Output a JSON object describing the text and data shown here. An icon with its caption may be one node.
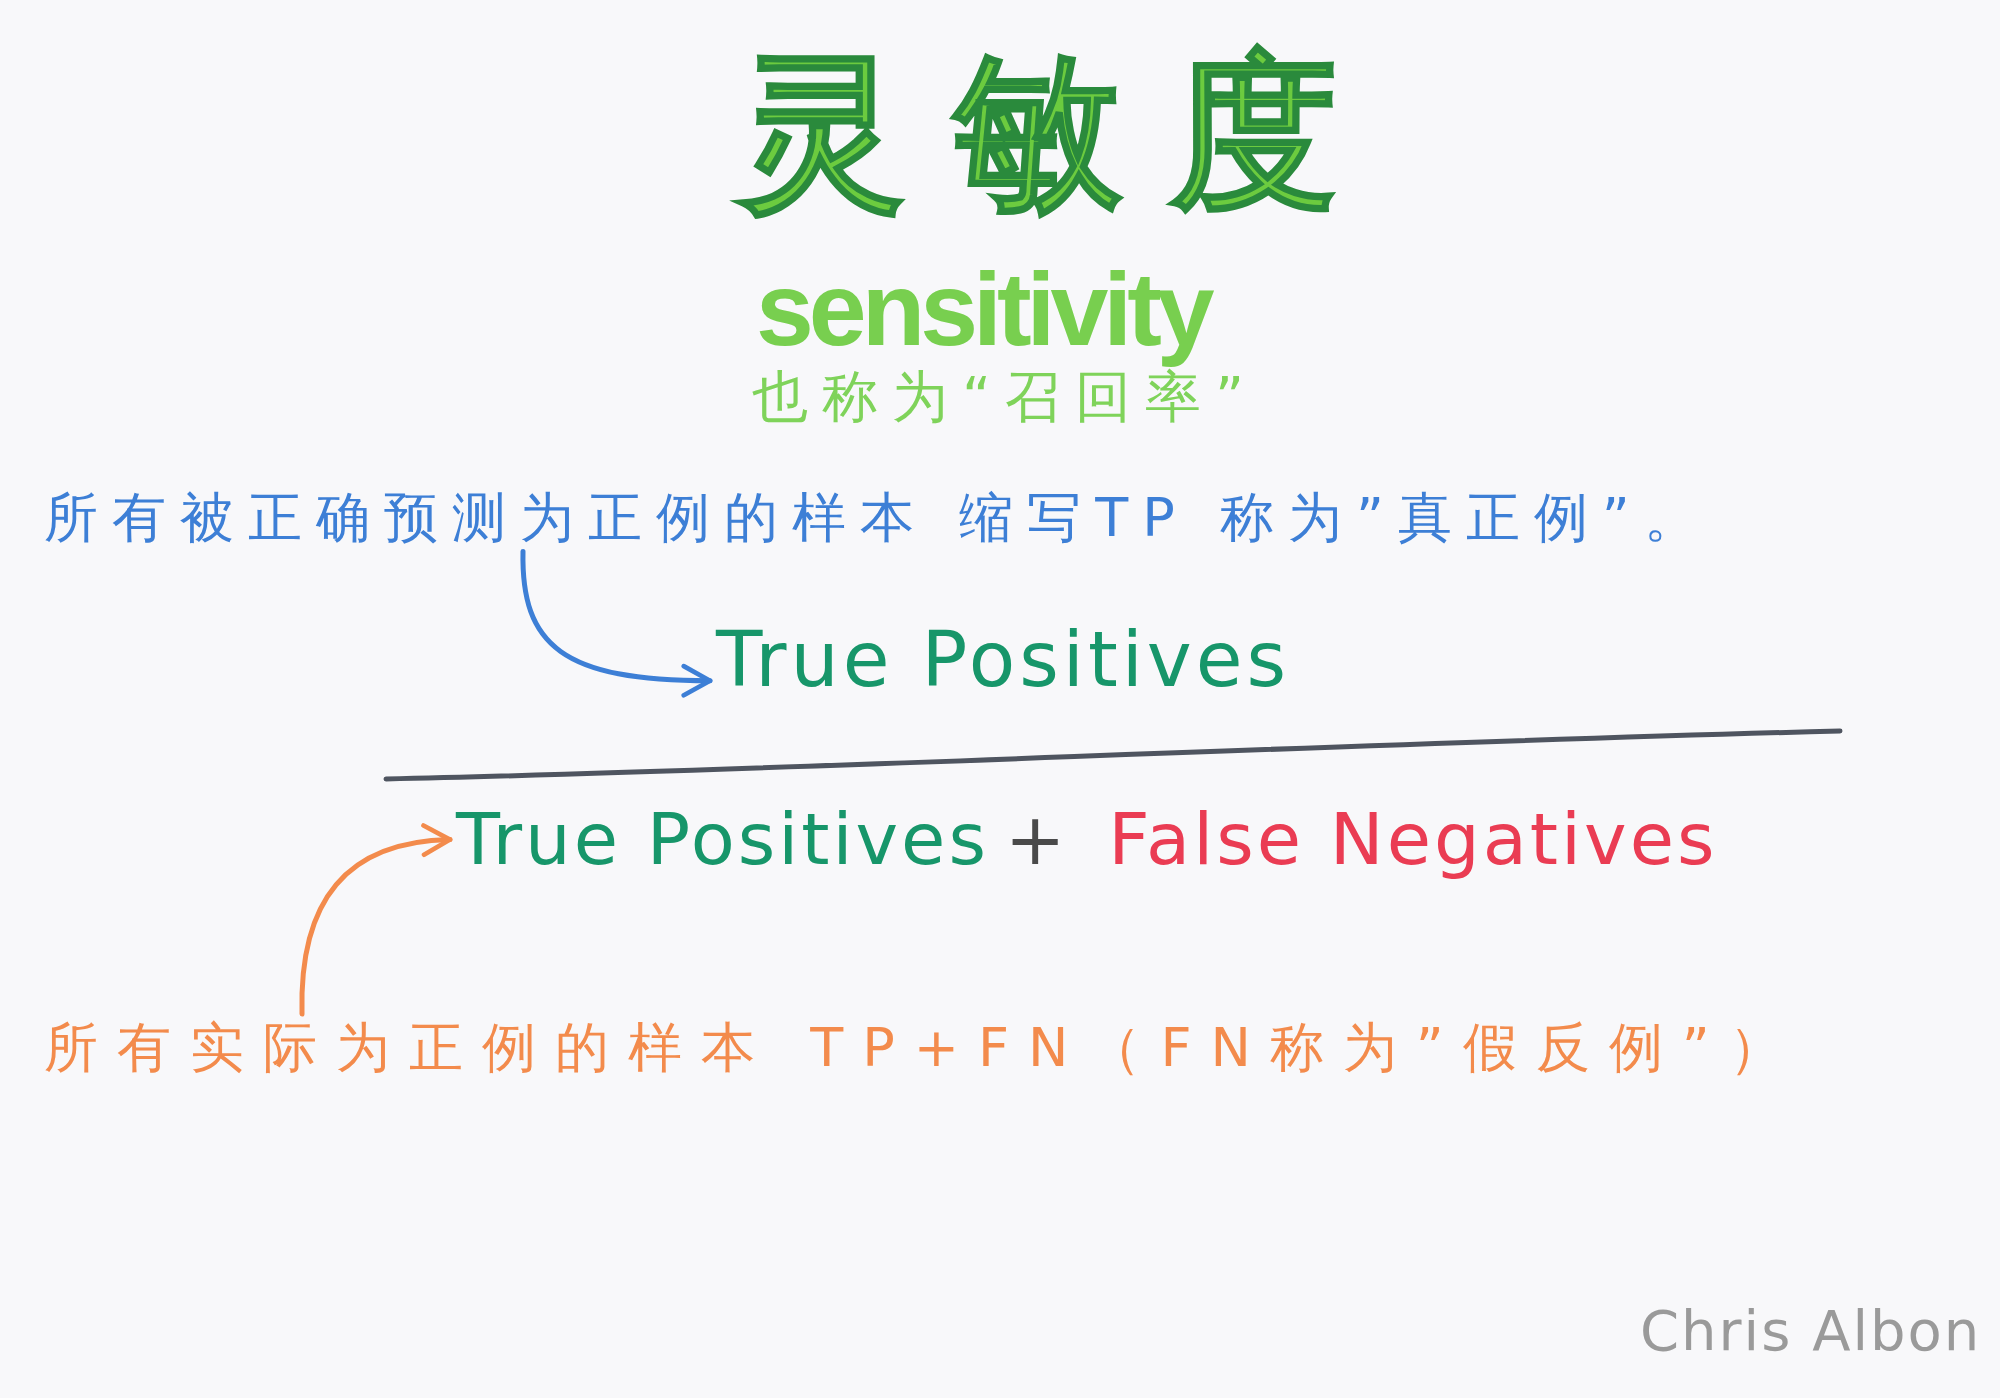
{
  "diagram": {
    "title": "灵敏度",
    "nodes": [
      {
        "text": [
          "所有被正确预测为正例的样本 缩写TP 称为”真正例”。"
        ]
      },
      {
        "text": [
          "True Positives"
        ]
      },
      {
        "text": [
          "True Positives",
          "+",
          "False Negatives"
        ]
      },
      {
        "text": [
          "所有实际为正例的样本 TP+FN（FN称为”假反例”）"
        ]
      }
    ],
    "edges": [
      {
        "from": 0,
        "to": 1,
        "arrow": "to",
        "color": "#3d7fd6"
      },
      {
        "from": 3,
        "to": 2,
        "arrow": "to",
        "color": "#f38b4c"
      }
    ],
    "labels": [
      "sensitivity",
      "也称为“召回率”",
      "Chris Albon"
    ]
  }
}
